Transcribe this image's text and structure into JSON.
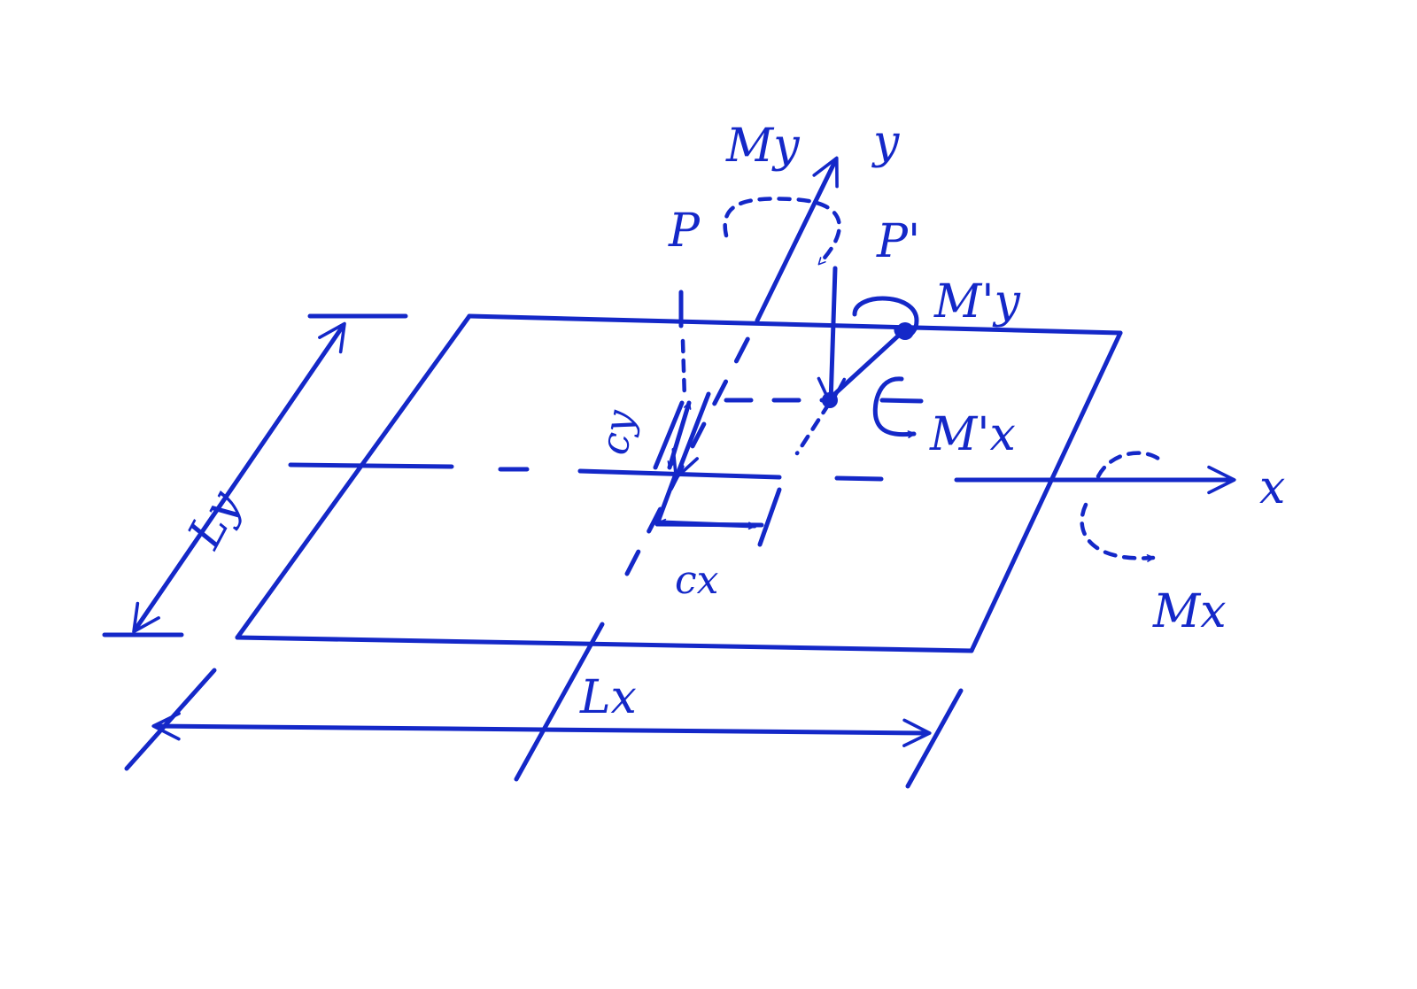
{
  "labels": {
    "my": "My",
    "y_axis": "y",
    "p": "P",
    "p_prime": "P'",
    "my_prime": "M'y",
    "mx_prime": "M'x",
    "x_axis": "x",
    "mx": "Mx",
    "cy": "cy",
    "cx": "cx",
    "ly": "Ly",
    "lx": "Lx"
  },
  "colors": {
    "ink": "#1428c8",
    "background": "#ffffff"
  }
}
